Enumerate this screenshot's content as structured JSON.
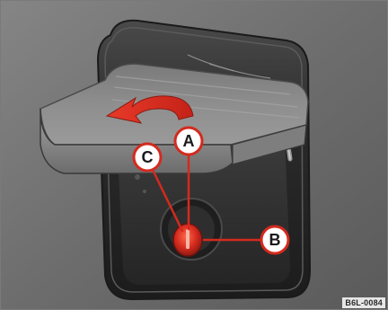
{
  "figure": {
    "callouts": [
      {
        "id": "a",
        "label": "A"
      },
      {
        "id": "b",
        "label": "B"
      },
      {
        "id": "c",
        "label": "C"
      }
    ],
    "reference_code": "B6L-0084",
    "colors": {
      "background": "#6e6e6e",
      "housing": "#2c2c2c",
      "flap": "#8d8d8d",
      "arrow": "#d42a1e",
      "callout_outline": "#d42a1e",
      "callout_fill": "#ffffff",
      "indicator": "#c8281e"
    },
    "icons": {
      "direction_arrow": "curved-arrow-left-icon",
      "indicator": "red-indicator-button-icon"
    }
  }
}
